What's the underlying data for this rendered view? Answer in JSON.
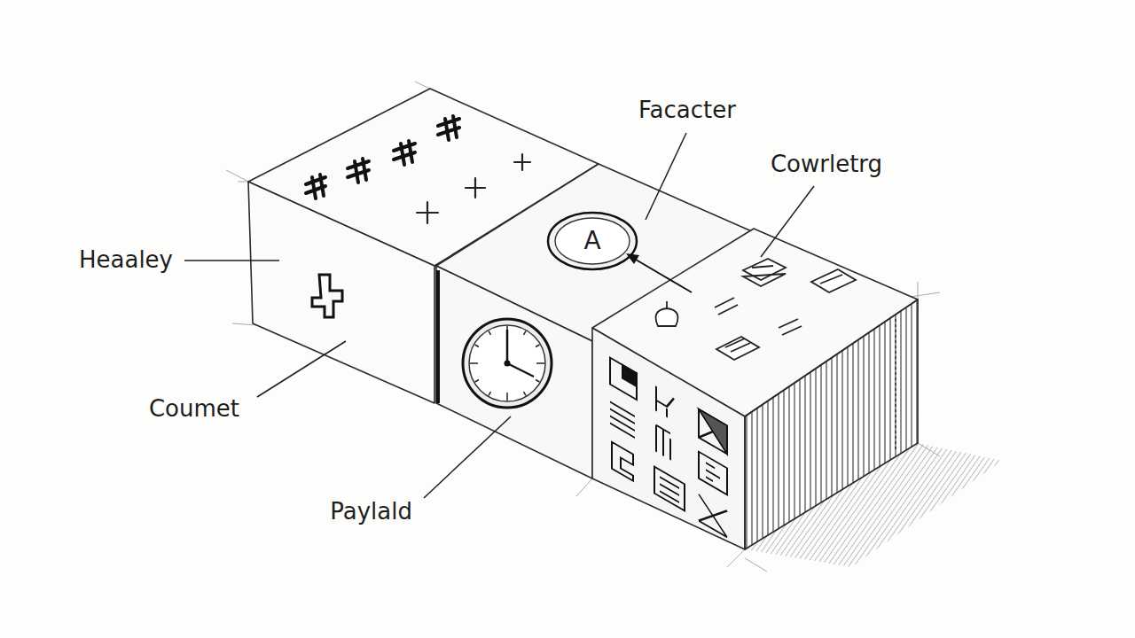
{
  "diagram": {
    "labels": [
      "Facacter",
      "Cowrletrg",
      "Heaaley",
      "Coumet",
      "Paylald",
      "A"
    ]
  }
}
